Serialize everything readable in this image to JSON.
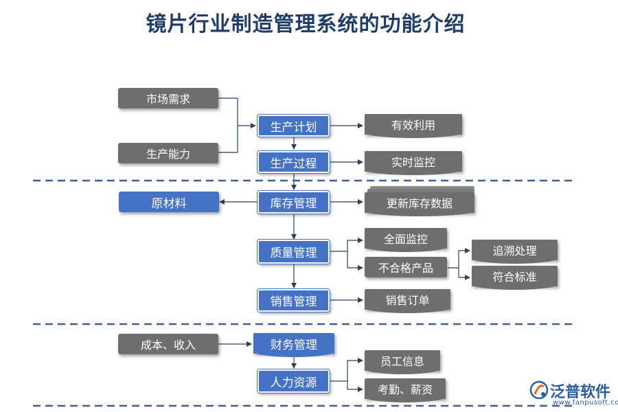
{
  "title": "镜片行业制造管理系统的功能介绍",
  "nodes": {
    "market_demand": "市场需求",
    "capacity": "生产能力",
    "plan": "生产计划",
    "process": "生产过程",
    "effective_use": "有效利用",
    "realtime_monitor": "实时监控",
    "raw_material": "原材料",
    "inventory": "库存管理",
    "update_inventory": "更新库存数据",
    "quality": "质量管理",
    "full_monitor": "全面监控",
    "nonconforming": "不合格产品",
    "trace": "追溯处理",
    "conform": "符合标准",
    "sales": "销售管理",
    "sales_order": "销售订单",
    "cost_income": "成本、收入",
    "finance": "财务管理",
    "hr": "人力资源",
    "staff_info": "员工信息",
    "attendance_salary": "考勤、薪资"
  },
  "logo": {
    "name": "泛普软件",
    "url": "www.fanpusoft.com"
  },
  "colors": {
    "grey_box": "#6e6e6e",
    "blue_box": "#4472c4",
    "title": "#1f3d66",
    "divider": "#3f5f8f",
    "line": "#2f3f5f"
  }
}
